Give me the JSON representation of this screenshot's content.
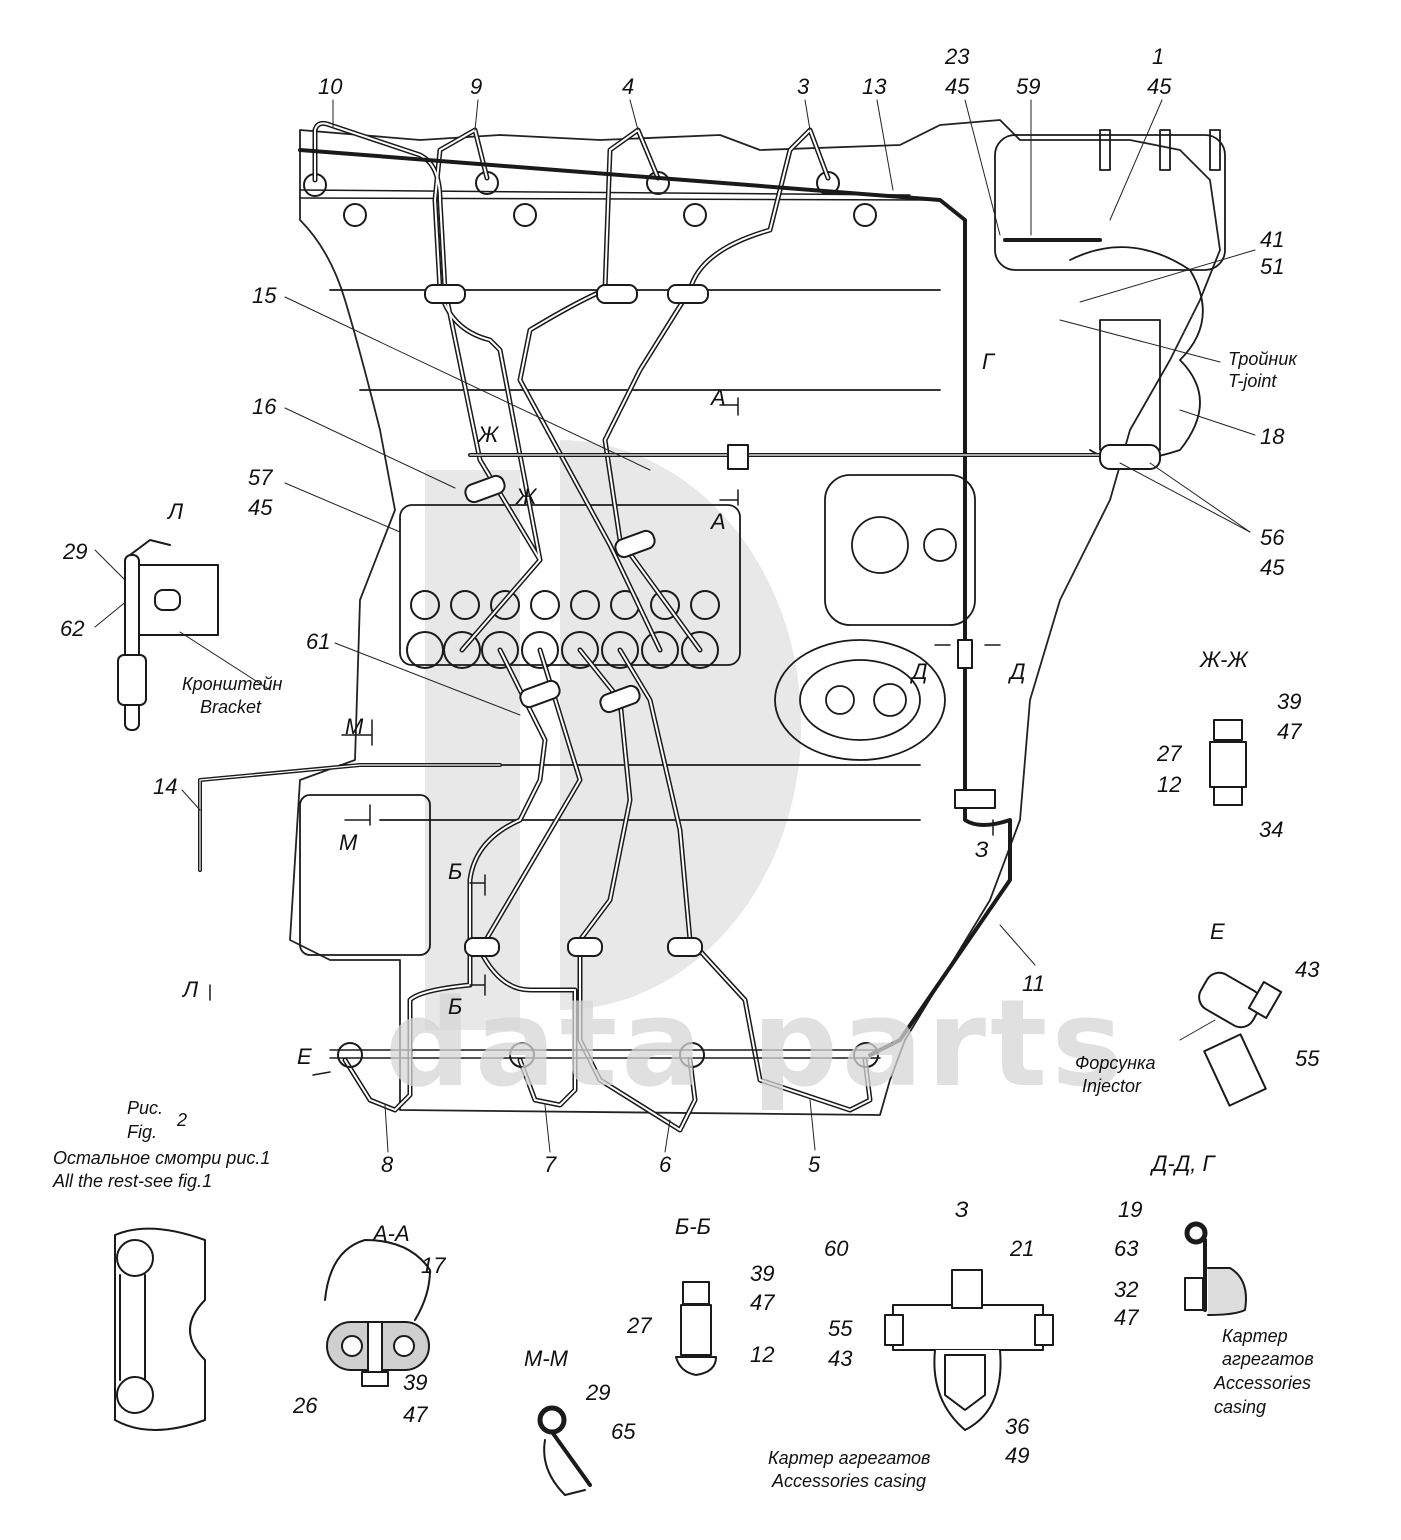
{
  "figure": {
    "caption_ru": "Рис.",
    "caption_en": "Fig.",
    "number": "2",
    "note_ru": "Остальное смотри рис.1",
    "note_en": "All the rest-see fig.1"
  },
  "watermark": {
    "text": "data parts",
    "color": "#d6d6d6"
  },
  "callouts": {
    "c10": "10",
    "c9": "9",
    "c4": "4",
    "c3": "3",
    "c13": "13",
    "c23": "23",
    "c45a": "45",
    "c59": "59",
    "c1": "1",
    "c45b": "45",
    "c41": "41",
    "c51": "51",
    "c18": "18",
    "c56": "56",
    "c45c": "45",
    "c15": "15",
    "c16": "16",
    "c57": "57",
    "c45d": "45",
    "c61": "61",
    "c29": "29",
    "c62": "62",
    "c14": "14",
    "c11": "11",
    "c8": "8",
    "c7": "7",
    "c6": "6",
    "c5": "5"
  },
  "annotations": {
    "tee_ru": "Тройник",
    "tee_en": "T-joint",
    "bracket_ru": "Кронштейн",
    "bracket_en": "Bracket",
    "injector_ru": "Форсунка",
    "injector_en": "Injector",
    "casing_ru": "Картер агрегатов",
    "casing_en": "Accessories casing",
    "casing2_ru_1": "Картер",
    "casing2_ru_2": "агрегатов",
    "casing2_en_1": "Accessories",
    "casing2_en_2": "casing"
  },
  "section_markers": {
    "A": "А",
    "B": "Б",
    "G": "Г",
    "D": "Д",
    "E": "Е",
    "ZH": "Ж",
    "Z": "З",
    "L": "Л",
    "M": "М"
  },
  "views": {
    "L": {
      "title": "Л"
    },
    "ZH_ZH": {
      "title": "Ж-Ж",
      "labels": [
        "39",
        "47",
        "27",
        "12",
        "34"
      ]
    },
    "E": {
      "title": "Е",
      "labels": [
        "43",
        "55"
      ]
    },
    "D_D_G": {
      "title": "Д-Д, Г",
      "labels": [
        "19",
        "63",
        "32",
        "47"
      ]
    },
    "A_A": {
      "title": "А-А",
      "labels": [
        "17",
        "26",
        "39",
        "47"
      ]
    },
    "B_B": {
      "title": "Б-Б",
      "labels": [
        "39",
        "47",
        "27",
        "12"
      ]
    },
    "M_M": {
      "title": "М-М",
      "labels": [
        "29",
        "65"
      ]
    },
    "Z": {
      "title": "З",
      "labels": [
        "60",
        "21",
        "55",
        "43",
        "36",
        "49"
      ]
    }
  }
}
